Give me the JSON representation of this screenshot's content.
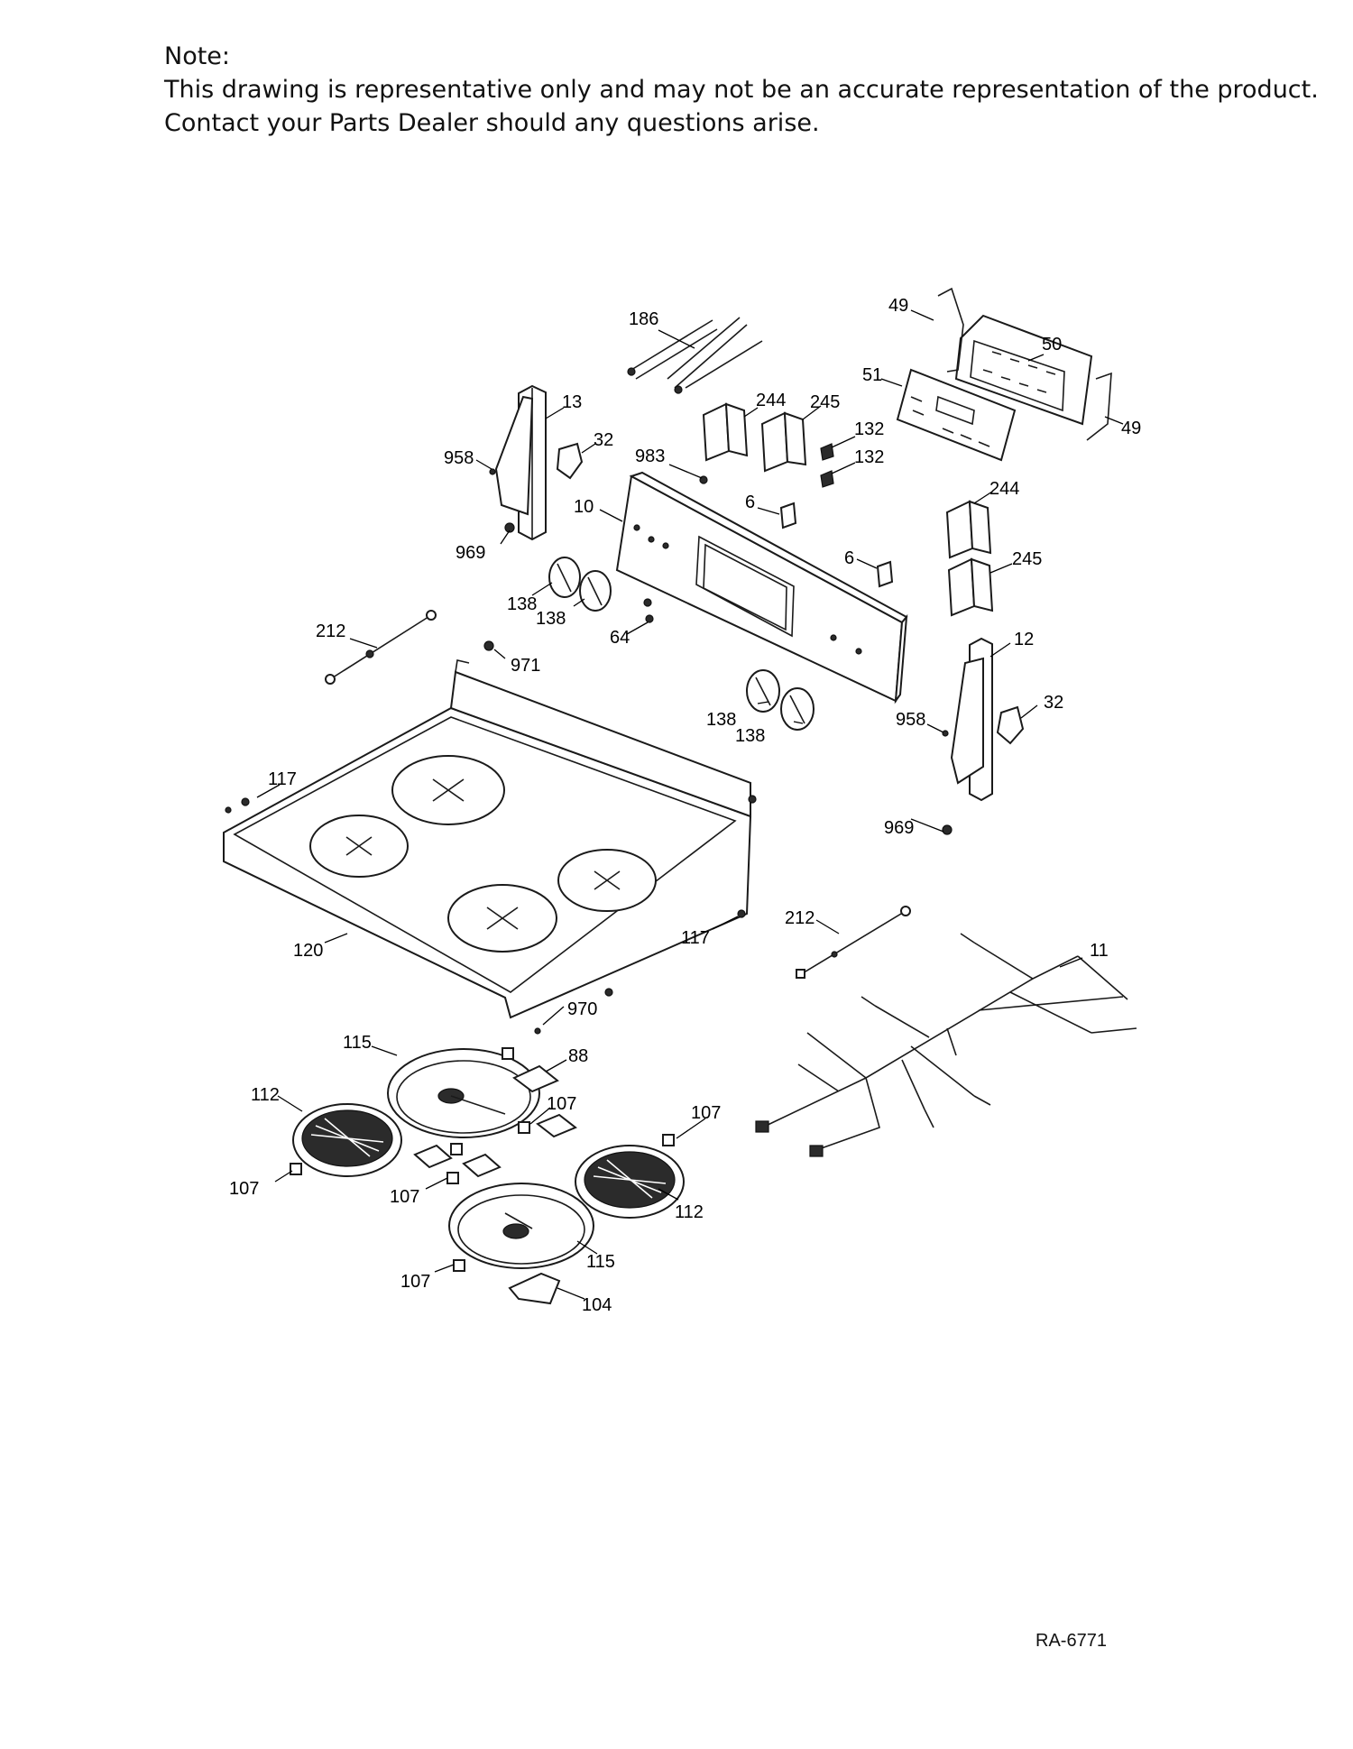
{
  "note": {
    "heading": "Note:",
    "line1": "This drawing is representative only and may not be an accurate representation of the product.",
    "line2": "Contact your Parts Dealer should any questions arise."
  },
  "callouts": {
    "c186": "186",
    "c49a": "49",
    "c50": "50",
    "c51": "51",
    "c49b": "49",
    "c13": "13",
    "c244a": "244",
    "c245a": "245",
    "c132a": "132",
    "c132b": "132",
    "c958a": "958",
    "c32a": "32",
    "c983": "983",
    "c10": "10",
    "c6a": "6",
    "c244b": "244",
    "c969a": "969",
    "c6b": "6",
    "c245b": "245",
    "c138a": "138",
    "c138b": "138",
    "c212a": "212",
    "c64": "64",
    "c971": "971",
    "c12": "12",
    "c32b": "32",
    "c958b": "958",
    "c138c": "138",
    "c138d": "138",
    "c117a": "117",
    "c969b": "969",
    "c212b": "212",
    "c11": "11",
    "c117b": "117",
    "c120": "120",
    "c970": "970",
    "c115a": "115",
    "c88": "88",
    "c112a": "112",
    "c107a": "107",
    "c107b": "107",
    "c107c": "107",
    "c107d": "107",
    "c112b": "112",
    "c115b": "115",
    "c107e": "107",
    "c104": "104"
  },
  "diagram_ref": "RA-6771"
}
